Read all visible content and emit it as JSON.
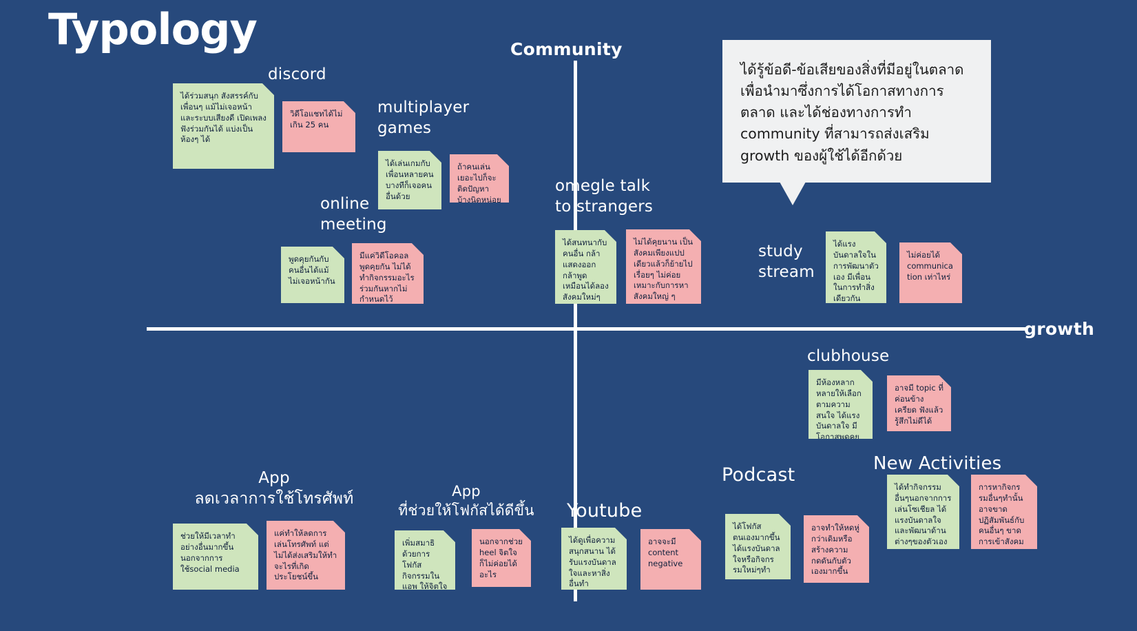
{
  "title": "Typology",
  "axes": {
    "vertical_label": "Community",
    "horizontal_label": "growth"
  },
  "callout": {
    "text": "ได้รู้ข้อดี-ข้อเสียของสิ่งที่มีอยู่ในตลาด เพื่อนำมาซึ่งการได้โอกาสทางการตลาด และได้ช่องทางการทำ community ที่สามารถส่งเสริม growth ของผู้ใช้ได้อีกด้วย"
  },
  "colors": {
    "background": "#27497c",
    "note_positive": "#cfe5bd",
    "note_negative": "#f4afb1",
    "axis": "#ffffff",
    "callout_bg": "#f0f1f2"
  },
  "clusters": [
    {
      "id": "discord",
      "label": "discord",
      "notes": [
        {
          "tone": "positive",
          "text": "ได้ร่วมสนุก สังสรรค์กับเพื่อนๆ แม้ไม่เจอหน้า และระบบเสียงดี เปิดเพลงฟังร่วมกันได้ แบ่งเป็นห้องๆ ได้"
        },
        {
          "tone": "negative",
          "text": "วิดีโอแชทได้ไม่เกิน 25 คน"
        }
      ]
    },
    {
      "id": "multiplayer-games",
      "label": "multiplayer\ngames",
      "notes": [
        {
          "tone": "positive",
          "text": "ได้เล่นเกมกับเพื่อนหลายคน บางทีก็เจอคนอื่นด้วย"
        },
        {
          "tone": "negative",
          "text": "ถ้าคนเล่นเยอะไปก็จะติดปัญหาบ้างนิดหน่อย"
        }
      ]
    },
    {
      "id": "online-meeting",
      "label": "online\nmeeting",
      "notes": [
        {
          "tone": "positive",
          "text": "พูดคุยกันกับคนอื่นได้แม้ไม่เจอหน้ากัน"
        },
        {
          "tone": "negative",
          "text": "มีแค่วิดีโอคอลพูดคุยกัน ไม่ได้ทำกิจกรรมอะไรร่วมกันหากไม่กำหนดไว้"
        }
      ]
    },
    {
      "id": "omegle-talk-to-strangers",
      "label": "omegle talk\nto strangers",
      "notes": [
        {
          "tone": "positive",
          "text": "ได้สนทนากับคนอื่น กล้าแสดงออก กล้าพูด เหมือนได้ลองสังคมใหม่ๆ"
        },
        {
          "tone": "negative",
          "text": "ไม่ได้คุยนาน เป็นสังคมเพียงแปปเดียวแล้วก็ย้ายไปเรื่อยๆ ไม่ค่อยเหมาะกับการหาสังคมใหญ่ ๆ"
        }
      ]
    },
    {
      "id": "study-stream",
      "label": "study\nstream",
      "notes": [
        {
          "tone": "positive",
          "text": "ได้แรงบันดาลใจในการพัฒนาตัวเอง มีเพื่อนในการทำสิ่งเดียวกัน"
        },
        {
          "tone": "negative",
          "text": "ไม่ค่อยได้ communication เท่าไหร่"
        }
      ]
    },
    {
      "id": "clubhouse",
      "label": "clubhouse",
      "notes": [
        {
          "tone": "positive",
          "text": "มีห้องหลากหลายให้เลือกตามความสนใจ ได้แรงบันดาลใจ มีโอกาสพูดคุยกับคนดัง"
        },
        {
          "tone": "negative",
          "text": "อาจมี topic ที่ค่อนข้างเครียด ฟังแล้วรู้สึกไม่ดีได้"
        }
      ]
    },
    {
      "id": "app-reduce-phone-time",
      "label": "App\nลดเวลาการใช้โทรศัพท์",
      "notes": [
        {
          "tone": "positive",
          "text": "ช่วยให้มีเวลาทำอย่างอื่นมากขึ้น นอกจากการใช้social media"
        },
        {
          "tone": "negative",
          "text": "แค่ทำให้ลดการเล่นโทรศัพท์ แต่ไม่ได้ส่งเสริมให้ทำจะไรที่เกิดประโยชน์ขึ้น"
        }
      ]
    },
    {
      "id": "app-focus",
      "label": "App\nที่ช่วยให้โฟกัสได้ดีขึ้น",
      "notes": [
        {
          "tone": "positive",
          "text": "เพิ่มสมาธิด้วยการโฟกัสกิจกรรมในแอพ ให้จิตใจสงบ ทำได้เรื่อยๆ ไม่เครียด"
        },
        {
          "tone": "negative",
          "text": "นอกจากช่วย heel จิตใจ ก็ไม่ค่อยได้อะไร"
        }
      ]
    },
    {
      "id": "youtube",
      "label": "Youtube",
      "notes": [
        {
          "tone": "positive",
          "text": "ได้ดูเพื่อความสนุกสนาน ได้รับแรงบันดาลใจและหาสิ่งอื่นทำ"
        },
        {
          "tone": "negative",
          "text": "อาจจะมี content negative"
        }
      ]
    },
    {
      "id": "podcast",
      "label": "Podcast",
      "notes": [
        {
          "tone": "positive",
          "text": "ได้โฟกัสตนเองมากขึ้น ได้แรงบันดาลใจหรือกิจกรรมใหม่ๆทำ"
        },
        {
          "tone": "negative",
          "text": "อาจทำให้หดหู่กว่าเดิมหรือสร้างความกดดันกับตัวเองมากขึ้น"
        }
      ]
    },
    {
      "id": "new-activities",
      "label": "New Activities",
      "notes": [
        {
          "tone": "positive",
          "text": "ได้ทำกิจกรรมอื่นๆนอกจากการเล่นโซเชียล ได้แรงบันดาลใจและพัฒนาด้านต่างๆของตัวเอง"
        },
        {
          "tone": "negative",
          "text": "การหากิจกรรมอื่นๆทำนั้น อาจขาดปฏิสัมพันธ์กับคนอื่นๆ ขาดการเข้าสังคม"
        }
      ]
    }
  ]
}
